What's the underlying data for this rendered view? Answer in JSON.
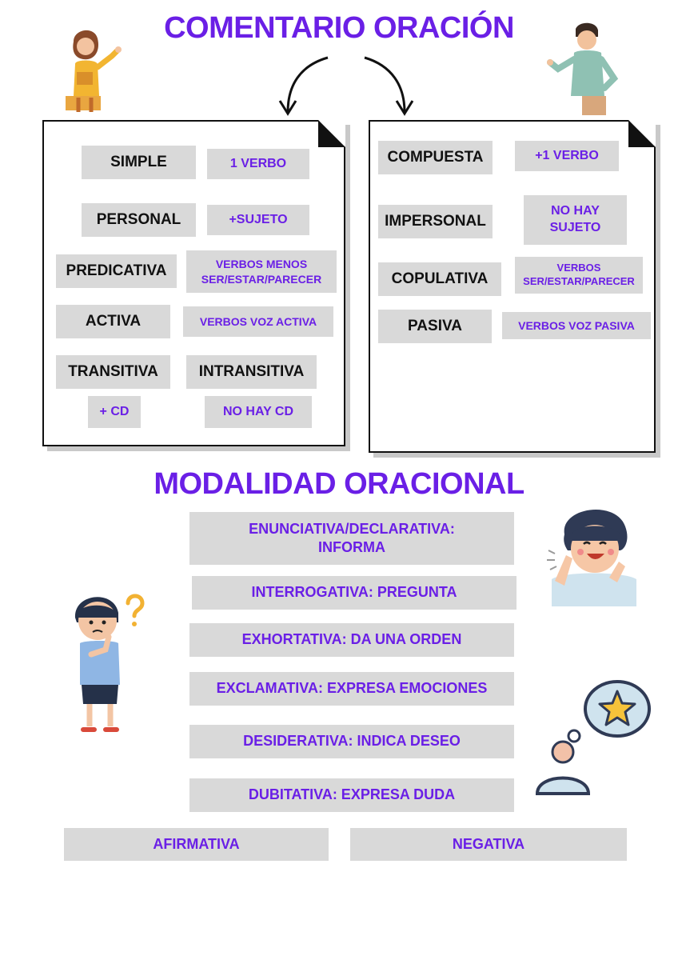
{
  "titles": {
    "top": "COMENTARIO ORACIÓN",
    "middle": "MODALIDAD ORACIONAL"
  },
  "left_panel": {
    "simple": "SIMPLE",
    "simple_value": "1 VERBO",
    "personal": "PERSONAL",
    "personal_value": "+SUJETO",
    "predicativa": "PREDICATIVA",
    "predicativa_value": "VERBOS MENOS SER/ESTAR/PARECER",
    "activa": "ACTIVA",
    "activa_value": "VERBOS VOZ ACTIVA",
    "transitiva": "TRANSITIVA",
    "intransitiva": "INTRANSITIVA",
    "transitiva_value": "+ CD",
    "intransitiva_value": "NO HAY CD"
  },
  "right_panel": {
    "compuesta": "COMPUESTA",
    "compuesta_value": "+1 VERBO",
    "impersonal": "IMPERSONAL",
    "impersonal_value": "NO HAY SUJETO",
    "copulativa": "COPULATIVA",
    "copulativa_value": "VERBOS SER/ESTAR/PARECER",
    "pasiva": "PASIVA",
    "pasiva_value": "VERBOS VOZ PASIVA"
  },
  "modalidad": [
    "ENUNCIATIVA/DECLARATIVA: INFORMA",
    "INTERROGATIVA: PREGUNTA",
    "EXHORTATIVA: DA UNA ORDEN",
    "EXCLAMATIVA: EXPRESA EMOCIONES",
    "DESIDERATIVA: INDICA DESEO",
    "DUBITATIVA: EXPRESA DUDA"
  ],
  "polaridad": {
    "afirmativa": "AFIRMATIVA",
    "negativa": "NEGATIVA"
  },
  "colors": {
    "accent": "#6a1fe6",
    "box": "#d9d9d9",
    "text": "#111111"
  },
  "icons": [
    "woman-presenting-icon",
    "man-presenting-icon",
    "laughing-boy-icon",
    "thinking-boy-icon",
    "thought-bubble-star-icon"
  ]
}
